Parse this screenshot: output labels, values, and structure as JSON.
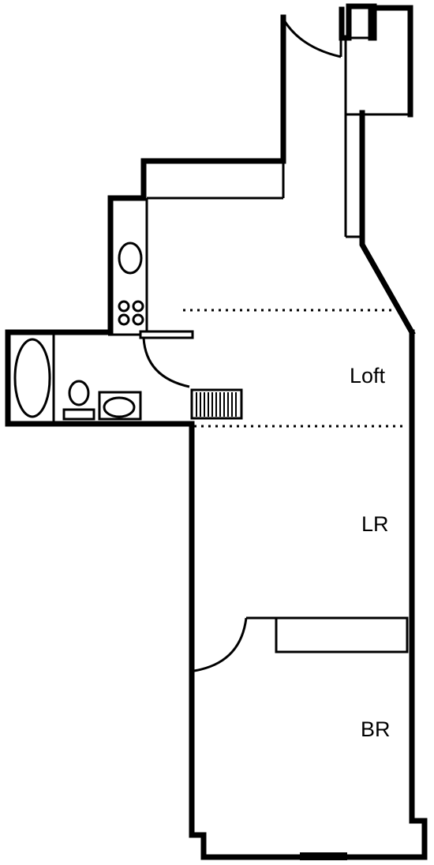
{
  "rooms": {
    "loft": "Loft",
    "living_room": "LR",
    "bedroom": "BR"
  },
  "colors": {
    "wall": "#000000",
    "background": "#ffffff"
  },
  "fixtures": {
    "kitchen": [
      "sink-icon",
      "stove-icon"
    ],
    "bathroom": [
      "bathtub-icon",
      "toilet-icon",
      "bathroom-sink-icon"
    ],
    "stairs": "stairs-icon"
  }
}
